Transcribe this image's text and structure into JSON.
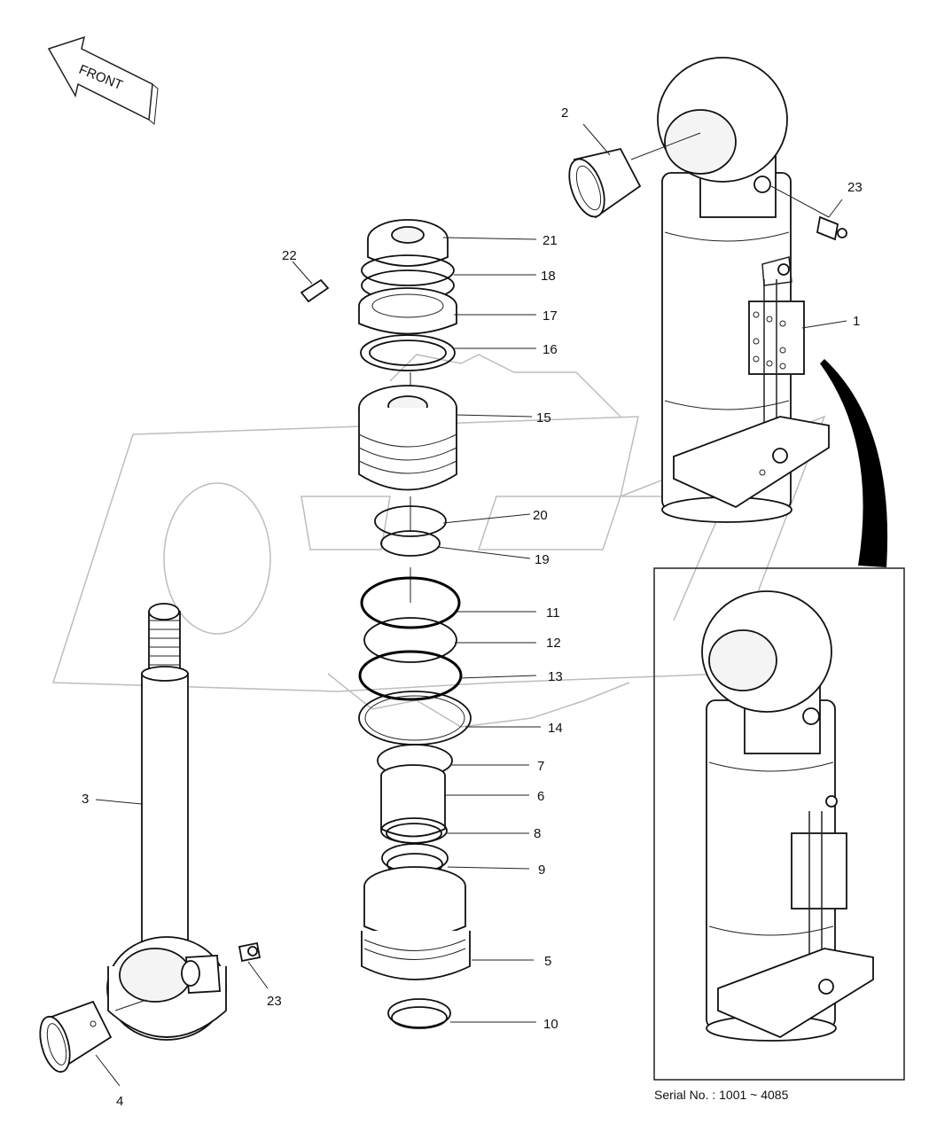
{
  "front_arrow": {
    "label": "FRONT"
  },
  "callouts": [
    {
      "id": "c1",
      "text": "1"
    },
    {
      "id": "c2",
      "text": "2"
    },
    {
      "id": "c3",
      "text": "3"
    },
    {
      "id": "c4",
      "text": "4"
    },
    {
      "id": "c5",
      "text": "5"
    },
    {
      "id": "c6",
      "text": "6"
    },
    {
      "id": "c7",
      "text": "7"
    },
    {
      "id": "c8",
      "text": "8"
    },
    {
      "id": "c9",
      "text": "9"
    },
    {
      "id": "c10",
      "text": "10"
    },
    {
      "id": "c11",
      "text": "11"
    },
    {
      "id": "c12",
      "text": "12"
    },
    {
      "id": "c13",
      "text": "13"
    },
    {
      "id": "c14",
      "text": "14"
    },
    {
      "id": "c15",
      "text": "15"
    },
    {
      "id": "c16",
      "text": "16"
    },
    {
      "id": "c17",
      "text": "17"
    },
    {
      "id": "c18",
      "text": "18"
    },
    {
      "id": "c19",
      "text": "19"
    },
    {
      "id": "c20",
      "text": "20"
    },
    {
      "id": "c21",
      "text": "21"
    },
    {
      "id": "c22",
      "text": "22"
    },
    {
      "id": "c23a",
      "text": "23"
    },
    {
      "id": "c23b",
      "text": "23"
    }
  ],
  "inset": {
    "serial_text": "Serial No. : 1001 ~ 4085"
  },
  "colors": {
    "line": "#111111",
    "watermark": "#bdbdbd",
    "background": "#ffffff"
  }
}
